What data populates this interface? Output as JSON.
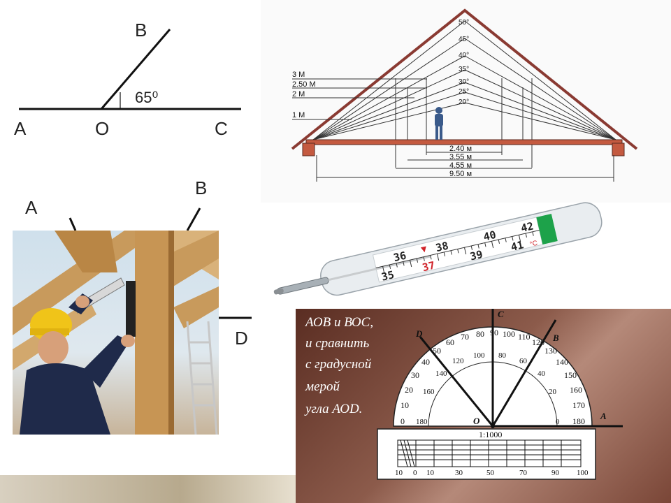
{
  "angle_figure": {
    "points": [
      "A",
      "O",
      "C",
      "B"
    ],
    "angle_label": "65⁰"
  },
  "roof_figure": {
    "heights": [
      "3 M",
      "2.50 M",
      "2 M",
      "1 M"
    ],
    "angles": [
      "50°",
      "45°",
      "40°",
      "35°",
      "30°",
      "25°",
      "20°"
    ],
    "widths": [
      "2.40 м",
      "3.55 м",
      "4.55 м",
      "9.50 м"
    ]
  },
  "worker_figure": {
    "labels": [
      "A",
      "B",
      "D"
    ]
  },
  "thermometer": {
    "top_numbers": [
      "36",
      "38",
      "40",
      "42"
    ],
    "bottom_numbers": [
      "35",
      "37",
      "39",
      "41"
    ],
    "unit": "°C"
  },
  "protractor_slide": {
    "text_lines": [
      "АОВ и ВОС,",
      "и сравнить",
      "с градусной",
      "мерой",
      "угла АОD."
    ],
    "point_labels": [
      "C",
      "D",
      "B",
      "O",
      "A"
    ],
    "scale_label": "1:1000",
    "outer_ticks": [
      "0",
      "10",
      "20",
      "30",
      "40",
      "50",
      "60",
      "70",
      "80",
      "90",
      "100",
      "110",
      "120",
      "130",
      "140",
      "150",
      "160",
      "170",
      "180"
    ],
    "inner_ticks": [
      "180",
      "160",
      "140",
      "120",
      "100",
      "80",
      "60",
      "40",
      "20",
      "0"
    ],
    "ruler_numbers": [
      "10",
      "0",
      "10",
      "30",
      "50",
      "70",
      "90",
      "100"
    ]
  }
}
